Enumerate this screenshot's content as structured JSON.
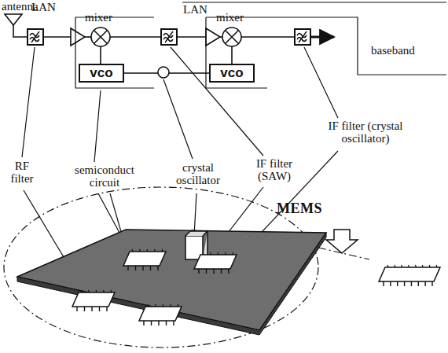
{
  "diagram": {
    "nodes": [
      {
        "text": [
          "vco"
        ]
      },
      {
        "text": [
          "vco"
        ]
      }
    ],
    "edges": [
      {
        "from": 0,
        "to": 1,
        "arrow": "none"
      }
    ],
    "labels": [
      "antenna",
      "LAN",
      "mixer",
      "LAN",
      "mixer",
      "baseband",
      "RF filter",
      "semiconduct circuit",
      "crystal oscillator",
      "IF filter (SAW)",
      "IF filter (crystal oscillator)",
      "MEMS"
    ]
  }
}
